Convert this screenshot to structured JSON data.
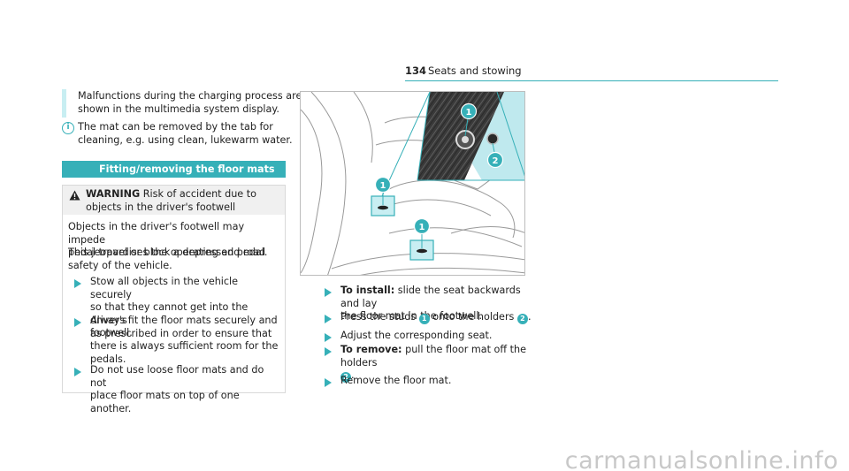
{
  "header": {
    "page_number": "134",
    "title": "Seats and stowing"
  },
  "left": {
    "malfunction_line1": "Malfunctions during the charging process are",
    "malfunction_line2": "shown in the multimedia system display.",
    "info_line1": "The mat can be removed by the tab for",
    "info_line2": "cleaning, e.g. using clean, lukewarm water.",
    "section_title": "Fitting/removing the floor mats",
    "warning": {
      "label": "WARNING",
      "title_rest": " Risk of accident due to",
      "title_line2": "objects in the driver's footwell",
      "para1_line1": "Objects in the driver's footwell may impede",
      "para1_line2": "pedal travel or block a depressed pedal.",
      "para2_line1": "This jeopardises the operating and road",
      "para2_line2": "safety of the vehicle.",
      "step1_line1": "Stow all objects in the vehicle securely",
      "step1_line2": "so that they cannot get into the driver's",
      "step1_line3": "footwell.",
      "step2_line1": "Always fit the floor mats securely and",
      "step2_line2": "as prescribed in order to ensure that",
      "step2_line3": "there is always sufficient room for the",
      "step2_line4": "pedals.",
      "step3_line1": "Do not use loose floor mats and do not",
      "step3_line2": "place floor mats on top of one another."
    }
  },
  "figure": {
    "callout_1": "1",
    "callout_2": "2"
  },
  "right": {
    "install_label": "To install:",
    "install_rest": " slide the seat backwards and lay",
    "install_line2": "the floor mat in the footwell.",
    "press_a": "Press the studs ",
    "press_b": " onto the holders ",
    "press_c": ".",
    "adjust": "Adjust the corresponding seat.",
    "remove_label": "To remove:",
    "remove_rest": " pull the floor mat off the holders",
    "remove_line2_end": ".",
    "remove_mat": "Remove the floor mat."
  },
  "watermark": "carmanualsonline.info",
  "colors": {
    "accent": "#36b0b8",
    "accent_light": "#c8eef2",
    "mat_dark": "#3a3a3a"
  }
}
